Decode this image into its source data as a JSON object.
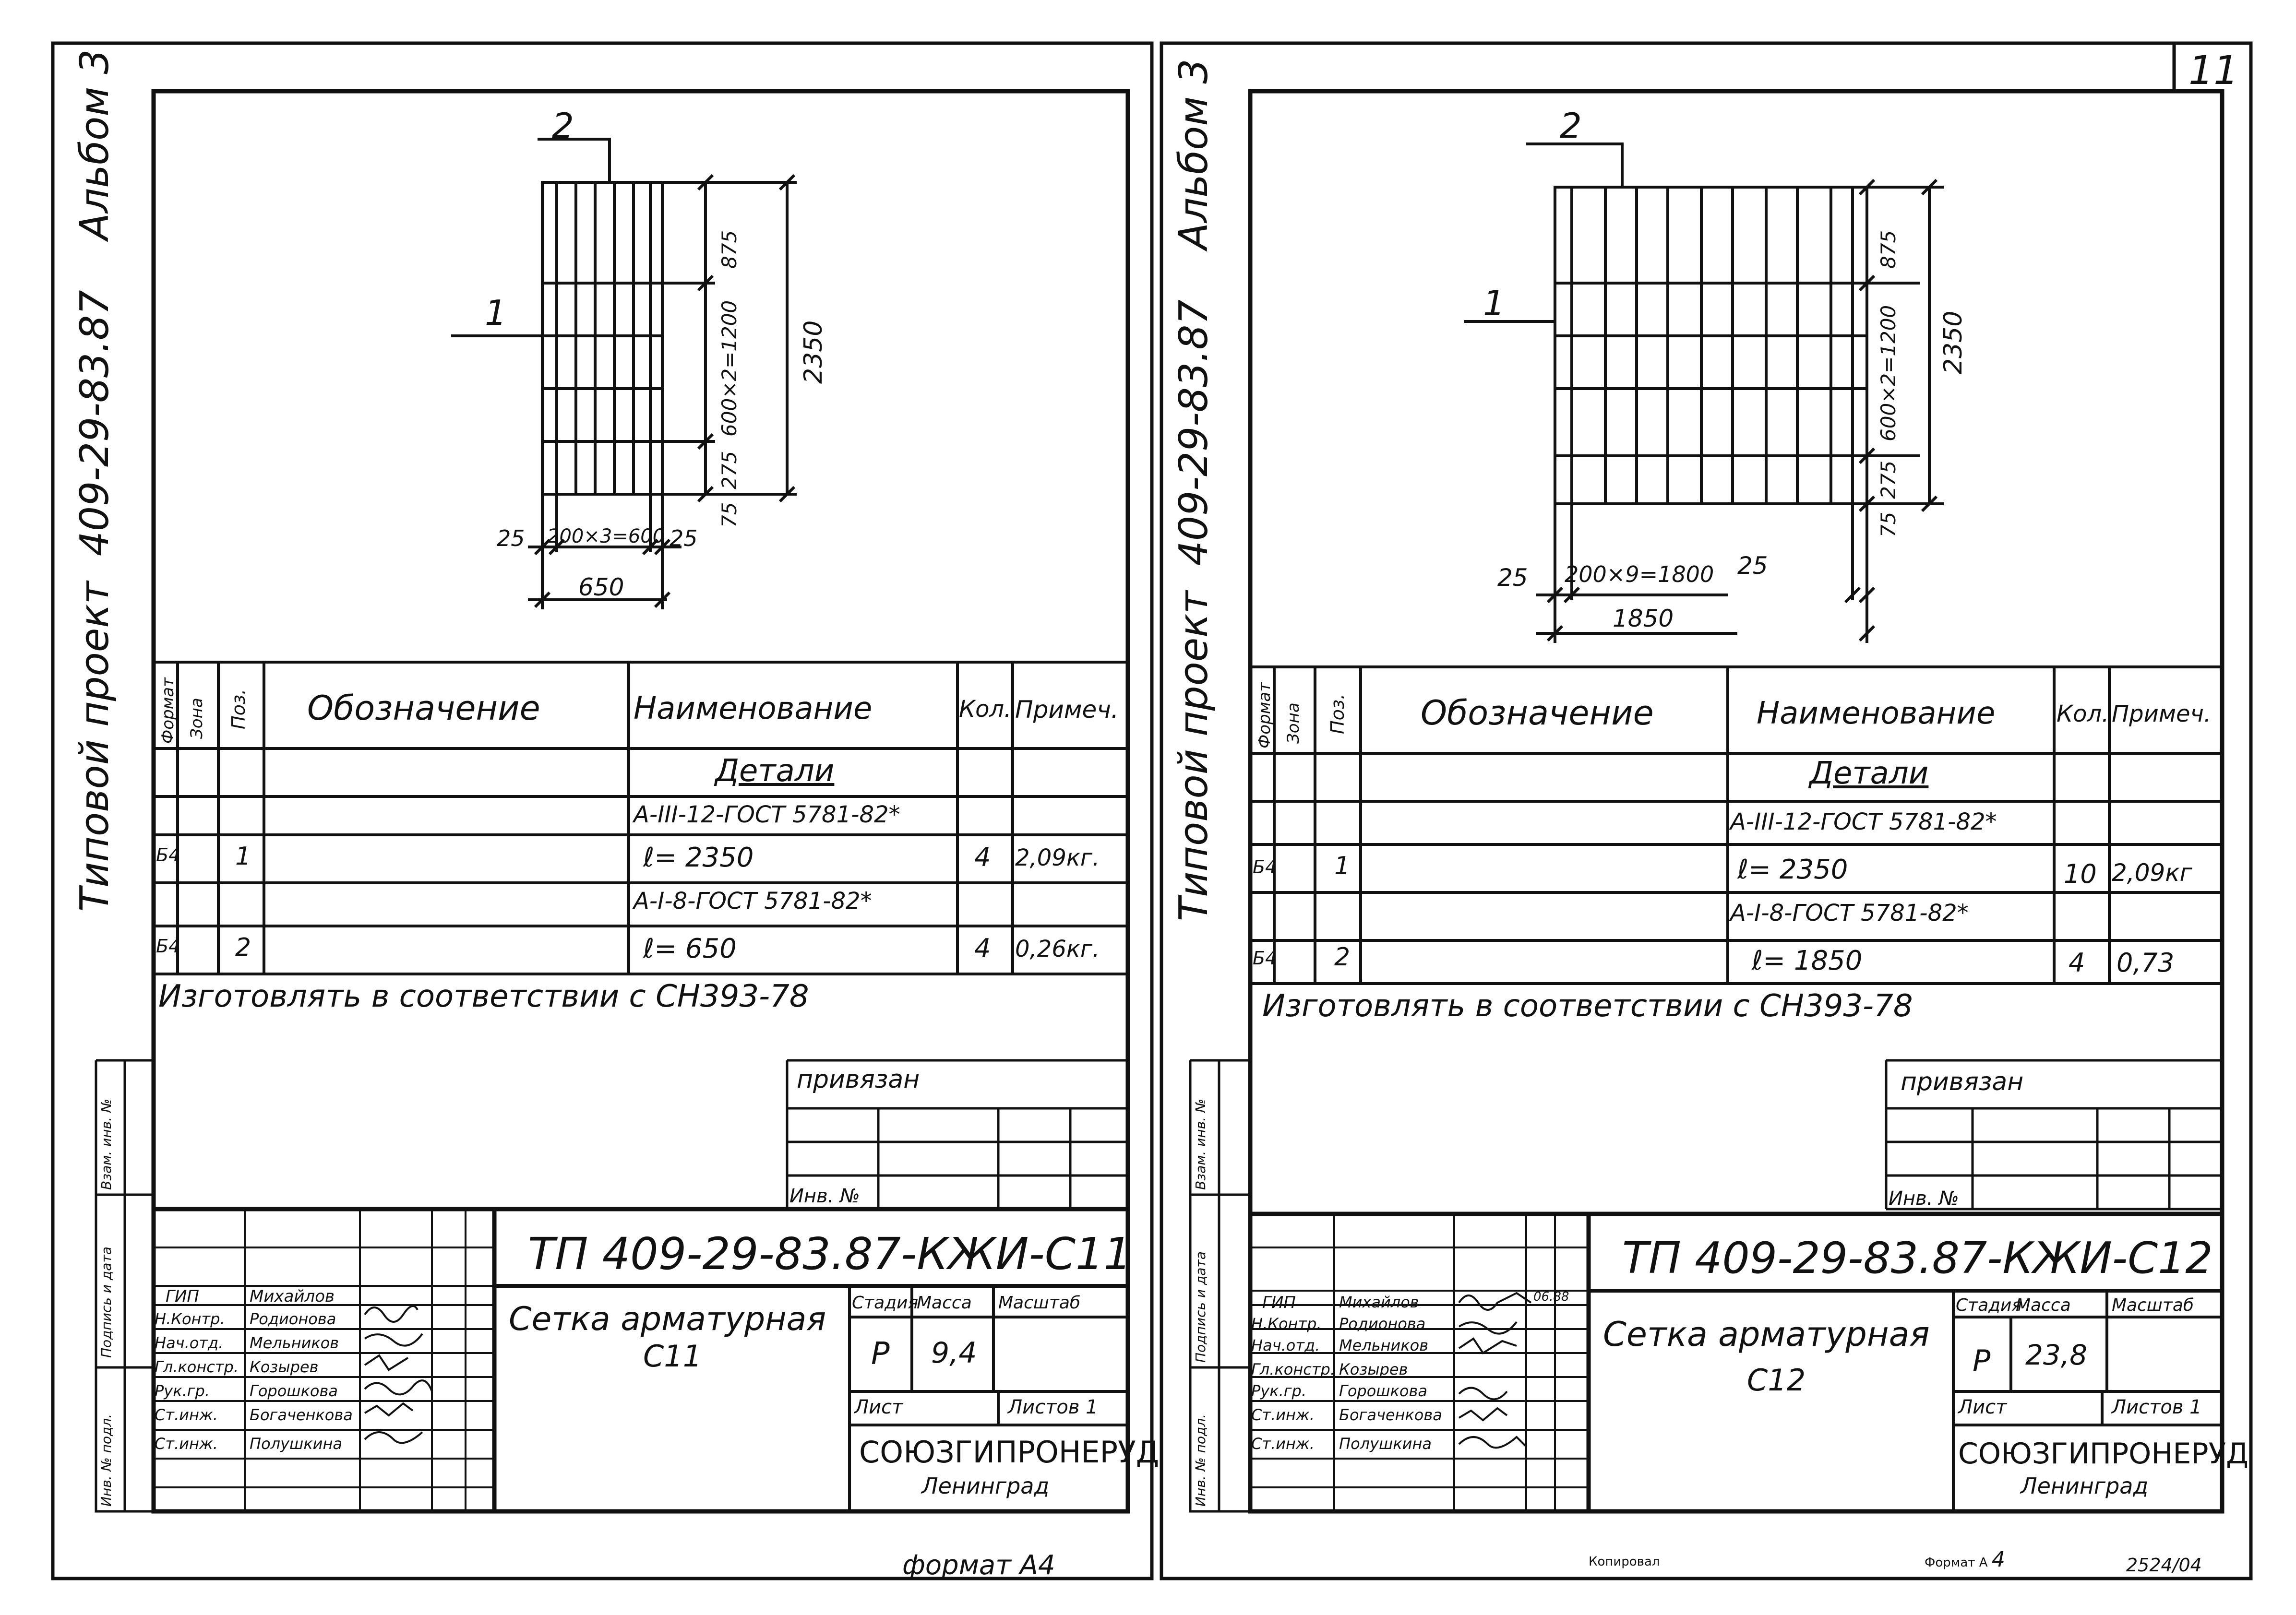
{
  "page_number": "11",
  "footer": {
    "copied": "Копировал",
    "format_label": "Формат А",
    "format_value": "4",
    "archive_no": "2524/04",
    "left_format": "формат А4"
  },
  "sheets": [
    {
      "side_title": {
        "kind": "Типовой проект",
        "code": "409-29-83.87",
        "album": "Альбом 3"
      },
      "drawing": {
        "pos2": "2",
        "pos1": "1",
        "dim_875": "875",
        "dim_600": "600×2=1200",
        "dim_2350": "2350",
        "dim_275": "275",
        "dim_75": "75",
        "dim_left25": "25",
        "dim_span": "200×3=600",
        "dim_right25": "25",
        "dim_total": "650"
      },
      "spec_table": {
        "headers": {
          "format": "Формат",
          "zone": "Зона",
          "pos": "Поз.",
          "designation": "Обозначение",
          "name": "Наименование",
          "qty": "Кол.",
          "note": "Примеч."
        },
        "section": "Детали",
        "rows": [
          {
            "format": "",
            "pos": "",
            "name": "А-III-12-ГОСТ 5781-82*",
            "qty": "",
            "note": ""
          },
          {
            "format": "Б4",
            "pos": "1",
            "name": "ℓ= 2350",
            "qty": "4",
            "note": "2,09кг."
          },
          {
            "format": "",
            "pos": "",
            "name": "А-I-8-ГОСТ 5781-82*",
            "qty": "",
            "note": ""
          },
          {
            "format": "Б4",
            "pos": "2",
            "name": "ℓ= 650",
            "qty": "4",
            "note": "0,26кг."
          }
        ]
      },
      "note": "Изготовлять в соответствии с СН393-78",
      "bound": {
        "title": "привязан",
        "inv": "Инв. №"
      },
      "side_stamp": [
        "Инв. № подл.",
        "Подпись и дата",
        "Взам. инв. №"
      ],
      "stamp": {
        "code": "ТП 409-29-83.87-КЖИ-С11",
        "title_line1": "Сетка арматурная",
        "title_line2": "С11",
        "stage_label": "Стадия",
        "mass_label": "Масса",
        "scale_label": "Масштаб",
        "stage": "Р",
        "mass": "9,4",
        "sheet_label": "Лист",
        "sheets_label": "Листов 1",
        "org": "СОЮЗГИПРОНЕРУД",
        "city": "Ленинград",
        "people": [
          {
            "role": "ГИП",
            "name": "Михайлов"
          },
          {
            "role": "Н.Контр.",
            "name": "Родионова"
          },
          {
            "role": "Нач.отд.",
            "name": "Мельников"
          },
          {
            "role": "Гл.констр.",
            "name": "Козырев"
          },
          {
            "role": "Рук.гр.",
            "name": "Горошкова"
          },
          {
            "role": "Ст.инж.",
            "name": "Богаченкова"
          },
          {
            "role": "Ст.инж.",
            "name": "Полушкина"
          }
        ]
      }
    },
    {
      "side_title": {
        "kind": "Типовой проект",
        "code": "409-29-83.87",
        "album": "Альбом 3"
      },
      "drawing": {
        "pos2": "2",
        "pos1": "1",
        "dim_875": "875",
        "dim_600": "600×2=1200",
        "dim_2350": "2350",
        "dim_275": "275",
        "dim_75": "75",
        "dim_left25": "25",
        "dim_span": "200×9=1800",
        "dim_right25": "25",
        "dim_total": "1850"
      },
      "spec_table": {
        "headers": {
          "format": "Формат",
          "zone": "Зона",
          "pos": "Поз.",
          "designation": "Обозначение",
          "name": "Наименование",
          "qty": "Кол.",
          "note": "Примеч."
        },
        "section": "Детали",
        "rows": [
          {
            "format": "",
            "pos": "",
            "name": "А-III-12-ГОСТ 5781-82*",
            "qty": "",
            "note": ""
          },
          {
            "format": "Б4",
            "pos": "1",
            "name": "ℓ= 2350",
            "qty": "10",
            "note": "2,09кг"
          },
          {
            "format": "",
            "pos": "",
            "name": "А-I-8-ГОСТ 5781-82*",
            "qty": "",
            "note": ""
          },
          {
            "format": "Б4",
            "pos": "2",
            "name": "ℓ= 1850",
            "qty": "4",
            "note": "0,73"
          }
        ]
      },
      "note": "Изготовлять в соответствии с СН393-78",
      "bound": {
        "title": "привязан",
        "inv": "Инв. №"
      },
      "side_stamp": [
        "Инв. № подл.",
        "Подпись и дата",
        "Взам. инв. №"
      ],
      "stamp": {
        "code": "ТП 409-29-83.87-КЖИ-С12",
        "title_line1": "Сетка арматурная",
        "title_line2": "С12",
        "stage_label": "Стадия",
        "mass_label": "Масса",
        "scale_label": "Масштаб",
        "stage": "Р",
        "mass": "23,8",
        "sheet_label": "Лист",
        "sheets_label": "Листов 1",
        "org": "СОЮЗГИПРОНЕРУД",
        "city": "Ленинград",
        "date": "06.88",
        "people": [
          {
            "role": "ГИП",
            "name": "Михайлов"
          },
          {
            "role": "Н.Контр.",
            "name": "Родионова"
          },
          {
            "role": "Нач.отд.",
            "name": "Мельников"
          },
          {
            "role": "Гл.констр.",
            "name": "Козырев"
          },
          {
            "role": "Рук.гр.",
            "name": "Горошкова"
          },
          {
            "role": "Ст.инж.",
            "name": "Богаченкова"
          },
          {
            "role": "Ст.инж.",
            "name": "Полушкина"
          }
        ]
      }
    }
  ]
}
